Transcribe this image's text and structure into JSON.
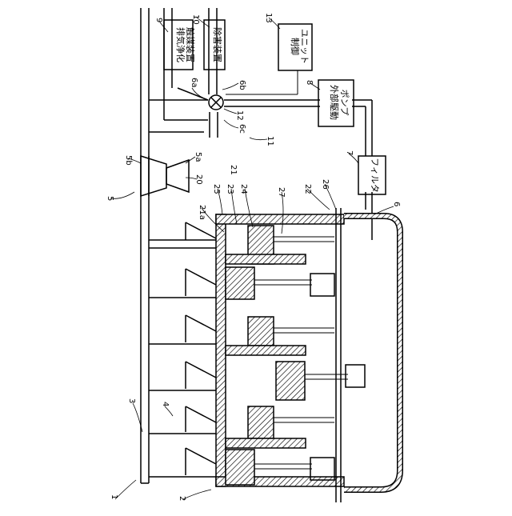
{
  "diagram": {
    "boxes": {
      "exhaust_catalyst": {
        "number": "9",
        "lines": [
          "排気浄化",
          "触媒装置"
        ]
      },
      "abatement_device": {
        "number": "10",
        "lines": [
          "除害装置"
        ]
      },
      "control_unit": {
        "number": "13",
        "lines": [
          "制御",
          "ユニット"
        ]
      },
      "external_pump": {
        "number": "8",
        "lines": [
          "外部駆動",
          "ポンプ"
        ]
      },
      "filter": {
        "number": "7",
        "lines": [
          "フィルタ"
        ]
      }
    },
    "labels": {
      "l1": "1",
      "l2": "2",
      "l3": "3",
      "l4": "4",
      "l5": "5",
      "l5a": "5a",
      "l5b": "5b",
      "l6": "6",
      "l6a": "6a",
      "l6b": "6b",
      "l6c": "6c",
      "l11": "11",
      "l12": "12",
      "l20": "20",
      "l21": "21",
      "l21a": "21a",
      "l22": "22",
      "l23": "23",
      "l24": "24",
      "l25": "25",
      "l26": "26",
      "l27": "27"
    },
    "icons": [
      "switching-valve-icon",
      "turbocharger-icon"
    ]
  }
}
